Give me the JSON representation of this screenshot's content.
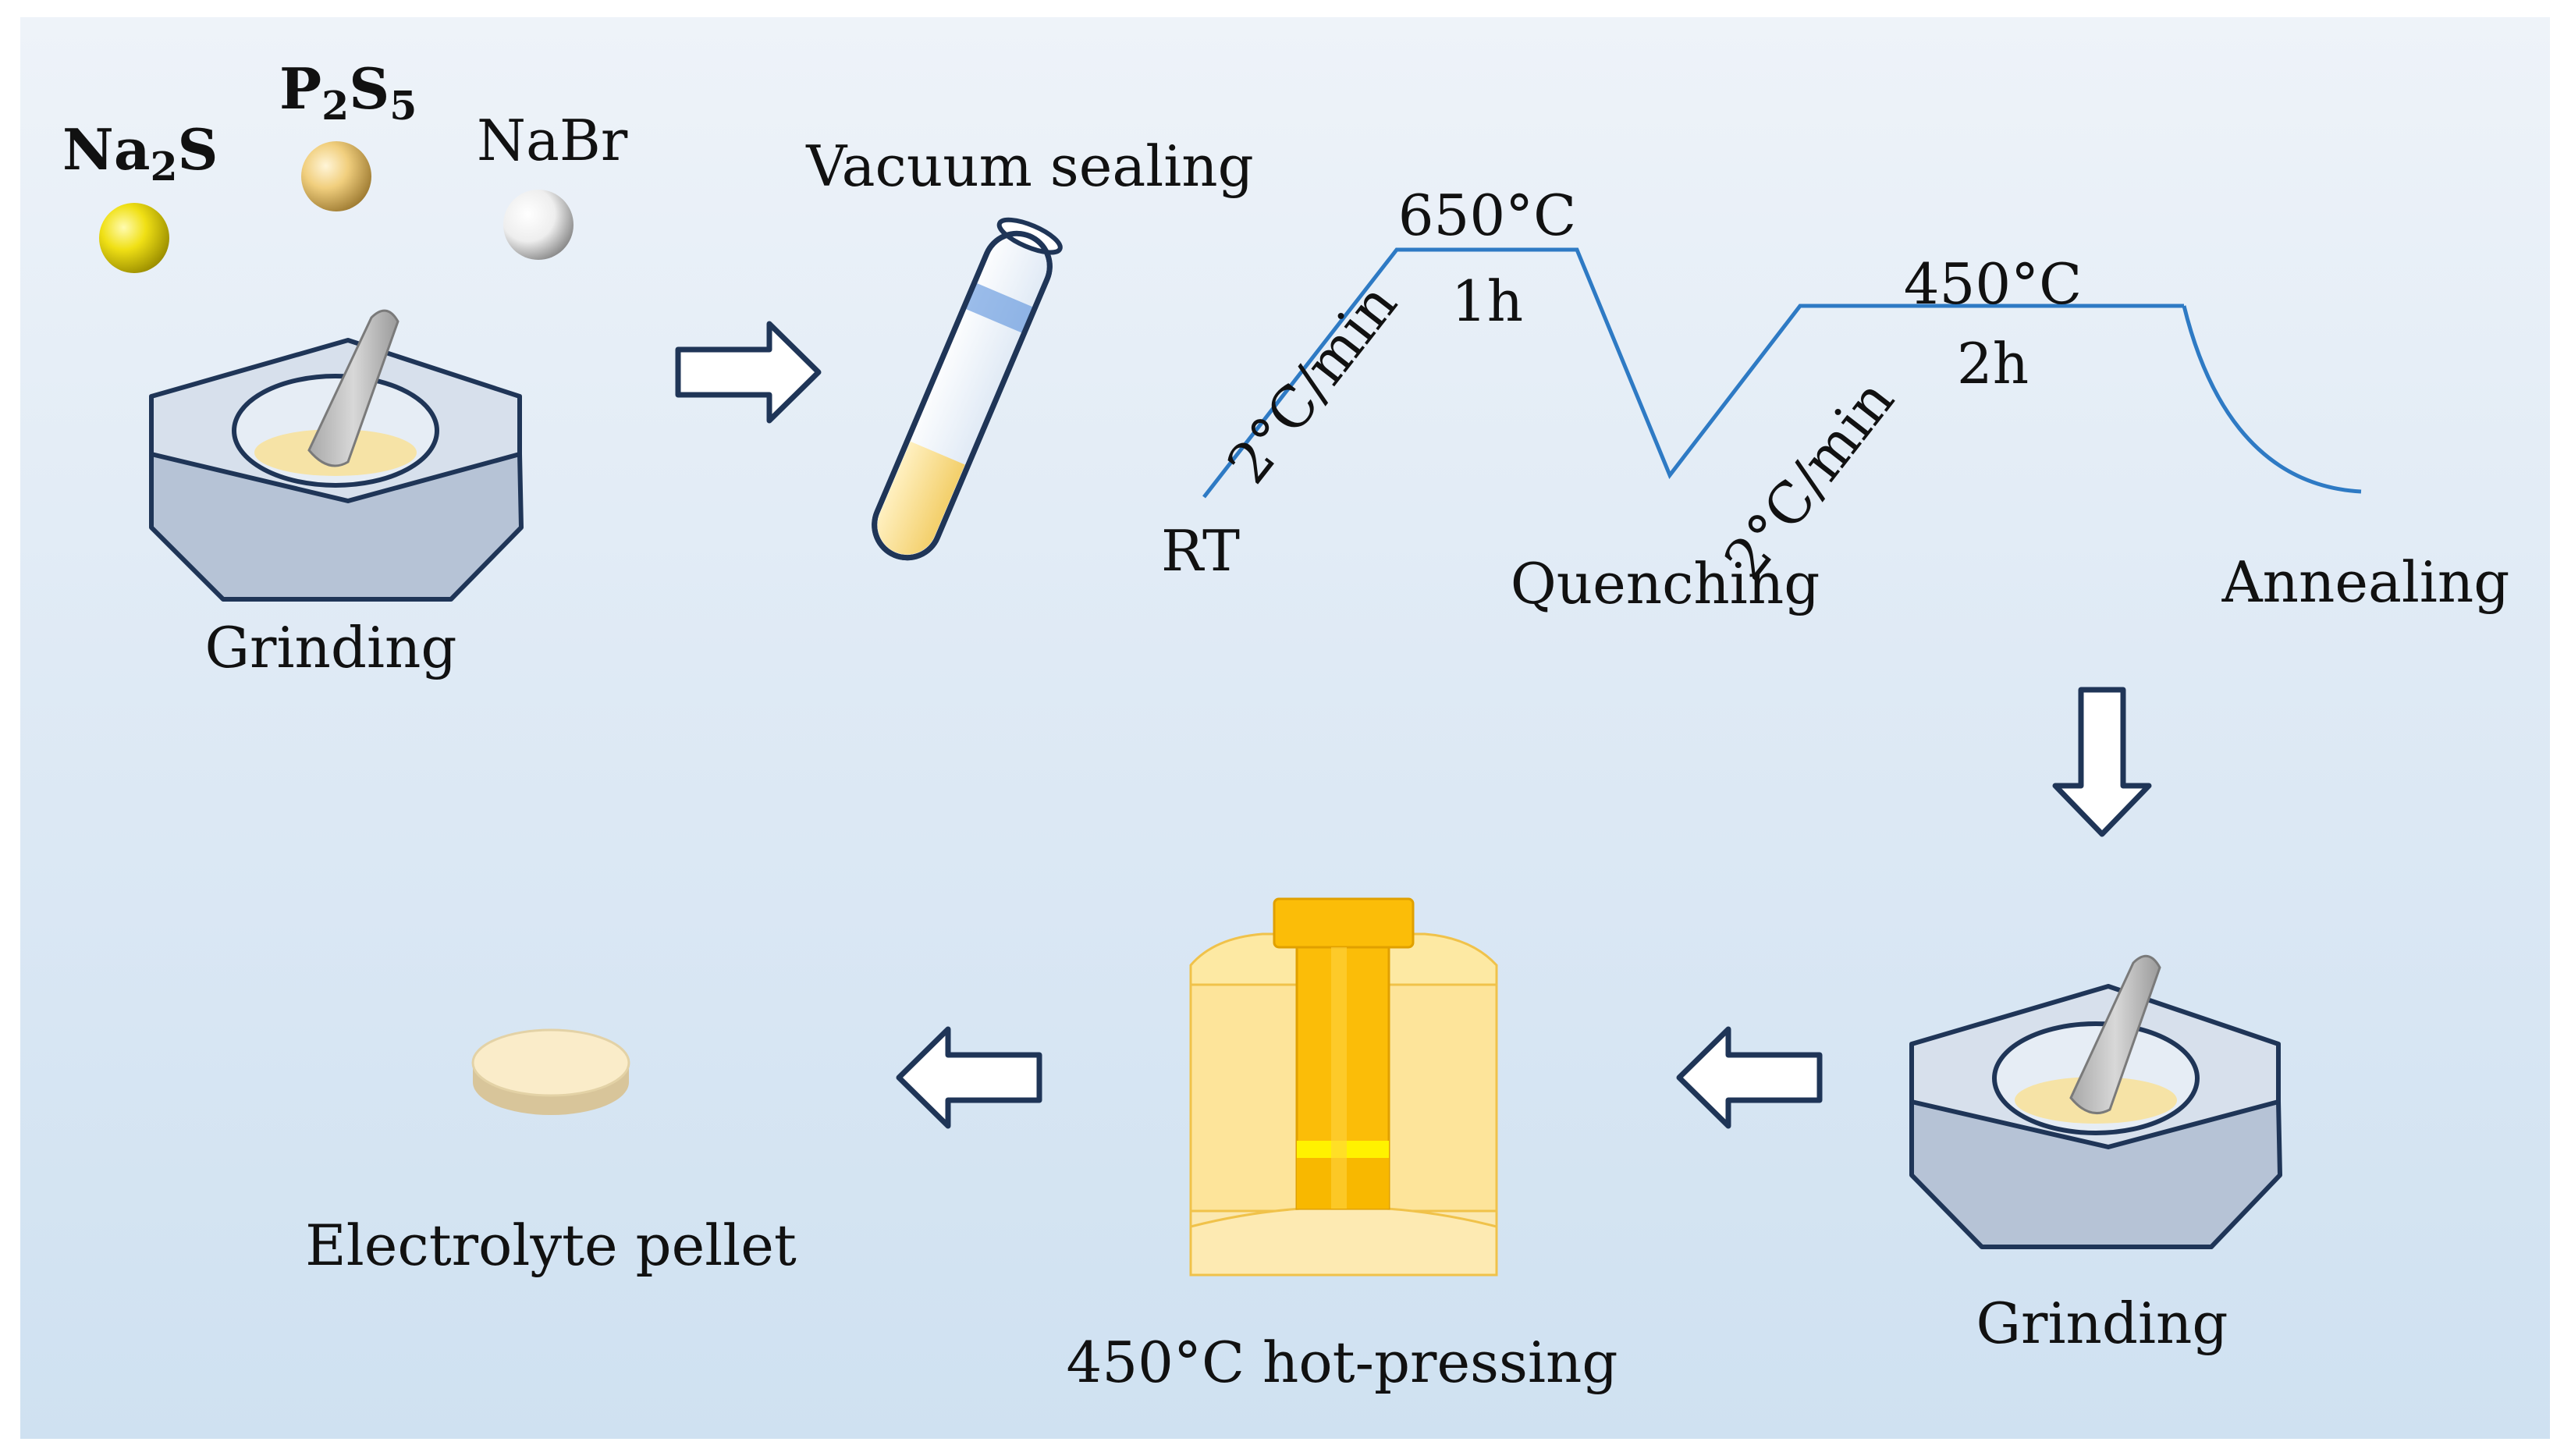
{
  "reagents": [
    {
      "formula": "Na",
      "subscript": "2",
      "tail": "S",
      "color": "#f2e11c"
    },
    {
      "formula": "P",
      "subscript": "2",
      "tail": "S",
      "subscript2": "5",
      "color": "#f3d58a"
    },
    {
      "formula": "NaBr",
      "color": "#ffffff"
    }
  ],
  "steps": {
    "grinding_1": "Grinding",
    "vacuum_sealing": "Vacuum sealing",
    "grinding_2": "Grinding",
    "hot_pressing": "450°C hot-pressing",
    "pellet": "Electrolyte pellet"
  },
  "heating_profile": {
    "start": "RT",
    "ramp_1": "2°C/min",
    "hold_1_temp": "650°C",
    "hold_1_time": "1h",
    "quench": "Quenching",
    "ramp_2": "2°C/min",
    "hold_2_temp": "450°C",
    "hold_2_time": "2h",
    "end": "Annealing"
  },
  "colors": {
    "profile_line": "#2e7ac4",
    "arrow_outline": "#1f3557",
    "mortar_top": "#d6e0ec",
    "mortar_side": "#b9c6d8",
    "powder": "#f6e3a6",
    "press_gold": "#fbbd08",
    "press_light": "#fde9a3",
    "pellet": "#f8e7c2"
  }
}
